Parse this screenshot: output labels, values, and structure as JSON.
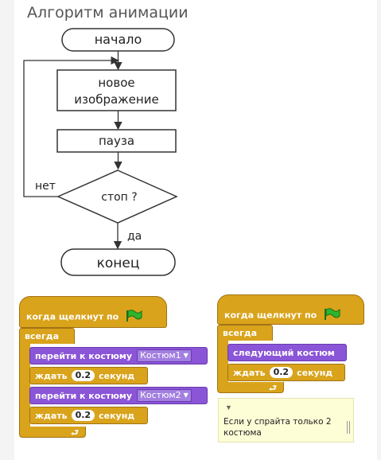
{
  "title": "Алгоритм анимации",
  "flowchart": {
    "start": "начало",
    "new_image_line1": "новое",
    "new_image_line2": "изображение",
    "pause": "пауза",
    "decision": "стоп ?",
    "no_label": "нет",
    "yes_label": "да",
    "end": "конец"
  },
  "script_left": {
    "hat": "когда щелкнут по",
    "forever": "всегда",
    "switch1": "перейти к костюму",
    "costume1": "Костюм1",
    "wait1": "ждать",
    "wait1_value": "0.2",
    "wait1_unit": "секунд",
    "switch2": "перейти к костюму",
    "costume2": "Костюм2",
    "wait2": "ждать",
    "wait2_value": "0.2",
    "wait2_unit": "секунд"
  },
  "script_right": {
    "hat": "когда щелкнут по",
    "forever": "всегда",
    "next_costume": "следующий костюм",
    "wait": "ждать",
    "wait_value": "0.2",
    "wait_unit": "секунд"
  },
  "note": {
    "text": "Если у спрайта только 2 костюма"
  },
  "colors": {
    "control": "#d9a31b",
    "looks": "#8a55d7",
    "flag": "#2db52d",
    "note": "#fdfdd6"
  }
}
